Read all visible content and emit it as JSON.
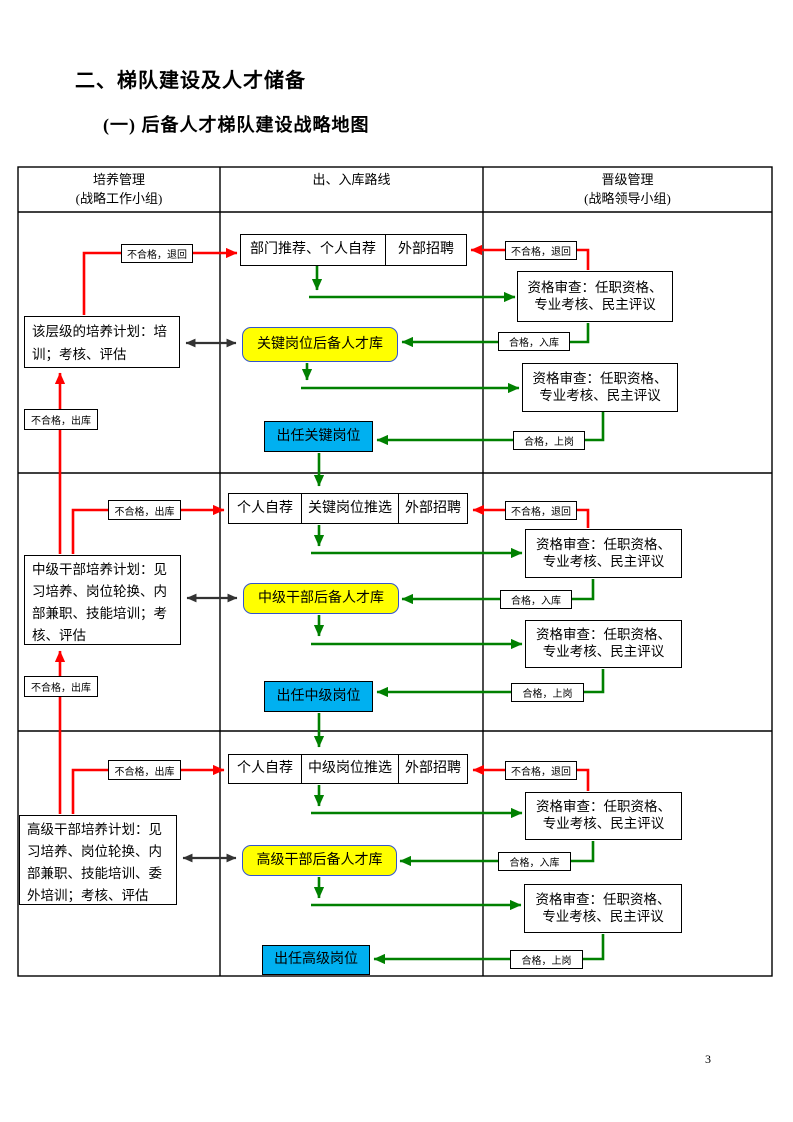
{
  "page": {
    "title": "二、梯队建设及人才储备",
    "subtitle": "(一) 后备人才梯队建设战略地图",
    "page_number": "3"
  },
  "columns": [
    {
      "title": "培养管理",
      "subtitle": "(战略工作小组)"
    },
    {
      "title": "出、入库路线",
      "subtitle": ""
    },
    {
      "title": "晋级管理",
      "subtitle": "(战略领导小组)"
    }
  ],
  "shared": {
    "fail_return": "不合格，退回",
    "fail_out": "不合格，出库",
    "pass_in": "合格，入库",
    "pass_post": "合格，上岗",
    "review": "资格审查：任职资格、专业考核、民主评议"
  },
  "tiers": [
    {
      "source_cells": [
        "部门推荐、个人自荐",
        "外部招聘"
      ],
      "plan": "该层级的培养计划：培训；考核、评估",
      "pool": "关键岗位后备人才库",
      "post": "出任关键岗位"
    },
    {
      "source_cells": [
        "个人自荐",
        "关键岗位推选",
        "外部招聘"
      ],
      "plan": "中级干部培养计划：见习培养、岗位轮换、内部兼职、技能培训；考核、评估",
      "pool": "中级干部后备人才库",
      "post": "出任中级岗位"
    },
    {
      "source_cells": [
        "个人自荐",
        "中级岗位推选",
        "外部招聘"
      ],
      "plan": "高级干部培养计划：见习培养、岗位轮换、内部兼职、技能培训、委外培训；考核、评估",
      "pool": "高级干部后备人才库",
      "post": "出任高级岗位"
    }
  ],
  "colors": {
    "reject_line": "#FF0000",
    "approve_line": "#008000",
    "link_line": "#333333",
    "pool_fill": "#FFFF00",
    "pool_border": "#3355CC",
    "post_fill": "#00B0F0"
  }
}
